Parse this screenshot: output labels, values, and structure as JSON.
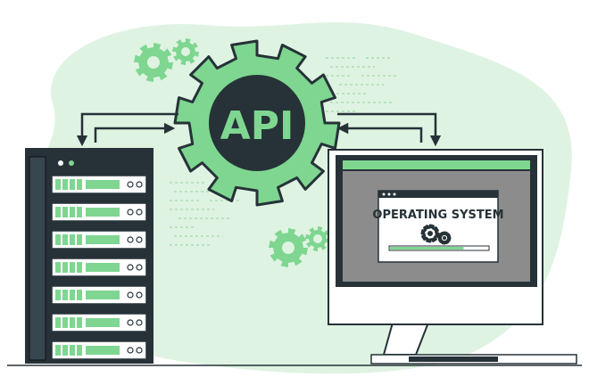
{
  "labels": {
    "api": "API",
    "operating_system": "OPERATING SYSTEM"
  },
  "colors": {
    "accent": "#7ed690",
    "accent_light": "#dff3e2",
    "dark": "#263238",
    "grey": "#8c8c8c",
    "light_grey": "#e8e8e8",
    "white": "#ffffff"
  },
  "icons": [
    "gear-icon",
    "arrow-icon",
    "server-rack",
    "monitor",
    "loading-gears-icon"
  ],
  "progress": {
    "fraction": 0.75
  }
}
